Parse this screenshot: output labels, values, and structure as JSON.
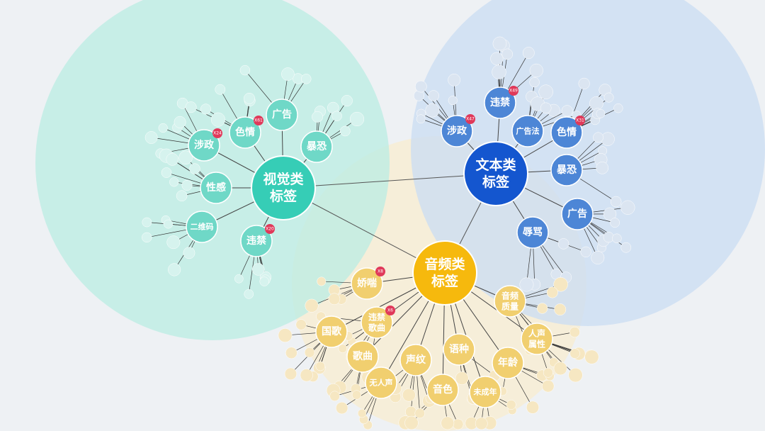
{
  "groups": [
    {
      "id": "visual",
      "hub": [
        "视觉类",
        "标签"
      ],
      "colors": {
        "bg": "#b9ece3",
        "hub": "#36cdb6",
        "child": "#6fd8c7",
        "leaf": "#d6f3ee"
      },
      "children": [
        {
          "label": [
            "涉政"
          ],
          "badge": "X24"
        },
        {
          "label": [
            "色情"
          ],
          "badge": "X61"
        },
        {
          "label": [
            "广告"
          ],
          "badge": null
        },
        {
          "label": [
            "暴恐"
          ],
          "badge": null
        },
        {
          "label": [
            "性感"
          ],
          "badge": null
        },
        {
          "label": [
            "二维码"
          ],
          "badge": null
        },
        {
          "label": [
            "违禁"
          ],
          "badge": "X20"
        }
      ]
    },
    {
      "id": "text",
      "hub": [
        "文本类",
        "标签"
      ],
      "colors": {
        "bg": "#c9dcf3",
        "hub": "#1456cf",
        "child": "#4d86d6",
        "leaf": "#dbe5f1"
      },
      "children": [
        {
          "label": [
            "涉政"
          ],
          "badge": "X47"
        },
        {
          "label": [
            "违禁"
          ],
          "badge": "X49"
        },
        {
          "label": [
            "广告法"
          ],
          "badge": null
        },
        {
          "label": [
            "色情"
          ],
          "badge": "X31"
        },
        {
          "label": [
            "暴恐"
          ],
          "badge": null
        },
        {
          "label": [
            "广告"
          ],
          "badge": null
        },
        {
          "label": [
            "辱骂"
          ],
          "badge": null
        }
      ]
    },
    {
      "id": "audio",
      "hub": [
        "音频类",
        "标签"
      ],
      "colors": {
        "bg": "#f8ecd0",
        "hub": "#f6b90d",
        "child": "#f1cf6f",
        "leaf": "#f6e7c2"
      },
      "children": [
        {
          "label": [
            "娇喘"
          ],
          "badge": "X8"
        },
        {
          "label": [
            "违禁",
            "歌曲"
          ],
          "badge": "X6"
        },
        {
          "label": [
            "国歌"
          ],
          "badge": null
        },
        {
          "label": [
            "歌曲"
          ],
          "badge": null
        },
        {
          "label": [
            "声纹"
          ],
          "badge": null
        },
        {
          "label": [
            "语种"
          ],
          "badge": null
        },
        {
          "label": [
            "音色"
          ],
          "badge": null
        },
        {
          "label": [
            "无人声"
          ],
          "badge": null
        },
        {
          "label": [
            "未成年"
          ],
          "badge": null
        },
        {
          "label": [
            "年龄"
          ],
          "badge": null
        },
        {
          "label": [
            "人声",
            "属性"
          ],
          "badge": null
        },
        {
          "label": [
            "音频",
            "质量"
          ],
          "badge": null
        }
      ]
    }
  ],
  "badge_color": "#e0395a"
}
